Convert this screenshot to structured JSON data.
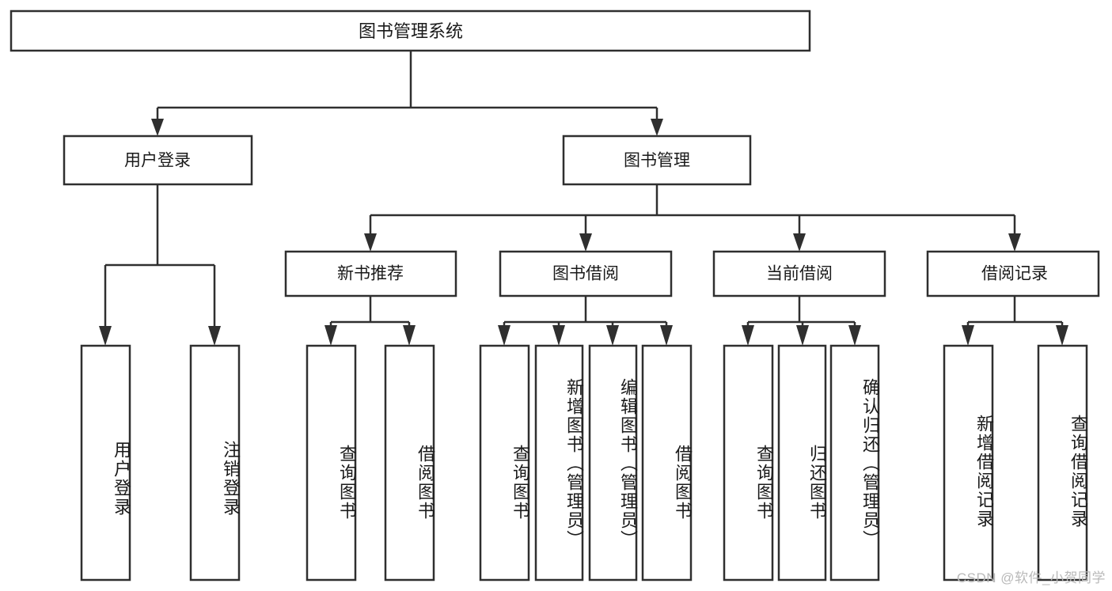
{
  "diagram": {
    "title": "图书管理系统",
    "watermark": "CSDN @软件_小贺同学",
    "type": "tree",
    "root": {
      "id": "root",
      "label": "图书管理系统"
    },
    "level2": [
      {
        "id": "user-login",
        "label": "用户登录"
      },
      {
        "id": "book-manage",
        "label": "图书管理"
      }
    ],
    "level3": [
      {
        "id": "new-book-recommend",
        "label": "新书推荐",
        "parent": "book-manage"
      },
      {
        "id": "book-borrow",
        "label": "图书借阅",
        "parent": "book-manage"
      },
      {
        "id": "current-borrow",
        "label": "当前借阅",
        "parent": "book-manage"
      },
      {
        "id": "borrow-record",
        "label": "借阅记录",
        "parent": "book-manage"
      }
    ],
    "leaves": {
      "user_login": [
        {
          "id": "leaf-user-login",
          "label": "用户登录"
        },
        {
          "id": "leaf-logout",
          "label": "注销登录"
        }
      ],
      "new_book_recommend": [
        {
          "id": "leaf-query-book-1",
          "label": "查询图书"
        },
        {
          "id": "leaf-borrow-book-1",
          "label": "借阅图书"
        }
      ],
      "book_borrow": [
        {
          "id": "leaf-query-book-2",
          "label": "查询图书"
        },
        {
          "id": "leaf-add-book",
          "label": "新增图书（管理员）"
        },
        {
          "id": "leaf-edit-book",
          "label": "编辑图书（管理员）"
        },
        {
          "id": "leaf-borrow-book-2",
          "label": "借阅图书"
        }
      ],
      "current_borrow": [
        {
          "id": "leaf-query-book-3",
          "label": "查询图书"
        },
        {
          "id": "leaf-return-book",
          "label": "归还图书"
        },
        {
          "id": "leaf-confirm-return",
          "label": "确认归还（管理员）"
        }
      ],
      "borrow_record": [
        {
          "id": "leaf-add-record",
          "label": "新增借阅记录"
        },
        {
          "id": "leaf-query-record",
          "label": "查询借阅记录"
        }
      ]
    },
    "colors": {
      "stroke": "#2f2f2f",
      "fill": "#ffffff",
      "text": "#1a1a1a",
      "watermark": "#b9b9b9"
    }
  }
}
